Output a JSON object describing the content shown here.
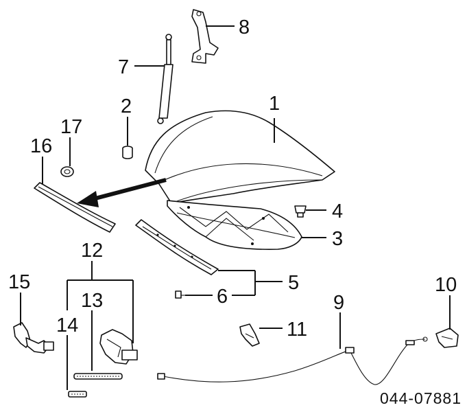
{
  "diagram": {
    "callouts": [
      {
        "id": "c1",
        "label": "1"
      },
      {
        "id": "c2",
        "label": "2"
      },
      {
        "id": "c3",
        "label": "3"
      },
      {
        "id": "c4",
        "label": "4"
      },
      {
        "id": "c5",
        "label": "5"
      },
      {
        "id": "c6",
        "label": "6"
      },
      {
        "id": "c7",
        "label": "7"
      },
      {
        "id": "c8",
        "label": "8"
      },
      {
        "id": "c9",
        "label": "9"
      },
      {
        "id": "c10",
        "label": "10"
      },
      {
        "id": "c11",
        "label": "11"
      },
      {
        "id": "c12",
        "label": "12"
      },
      {
        "id": "c13",
        "label": "13"
      },
      {
        "id": "c14",
        "label": "14"
      },
      {
        "id": "c15",
        "label": "15"
      },
      {
        "id": "c16",
        "label": "16"
      },
      {
        "id": "c17",
        "label": "17"
      }
    ],
    "reference_number": "044-07881"
  }
}
